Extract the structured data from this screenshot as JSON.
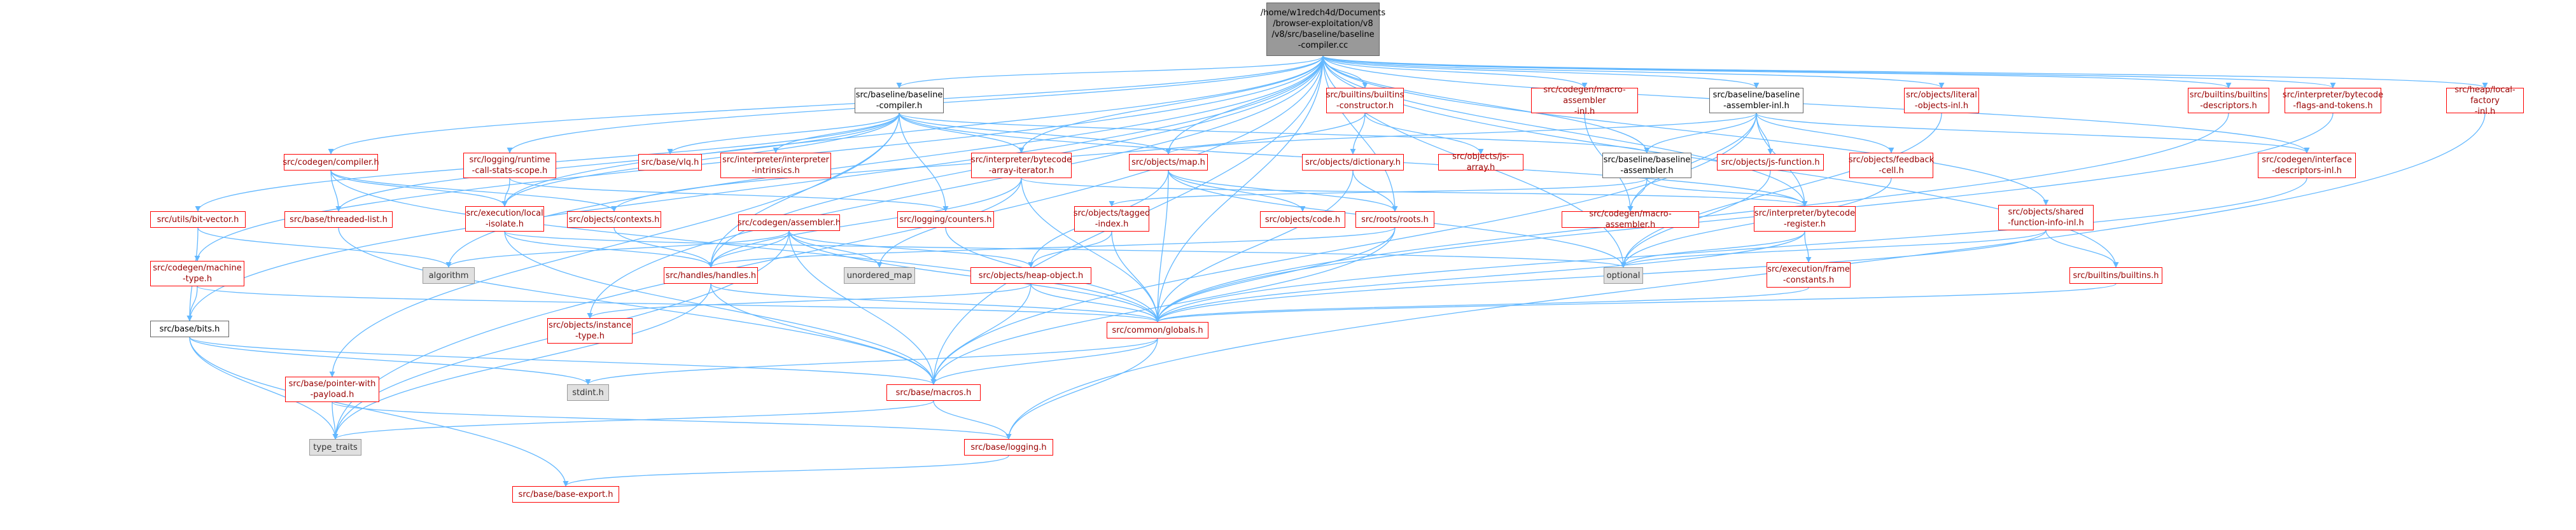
{
  "graph": {
    "nodes": {
      "root": "/home/w1redch4d/Documents\n/browser-exploitation/v8\n/v8/src/baseline/baseline\n-compiler.cc",
      "bc_h": "src/baseline/baseline\n-compiler.h",
      "builtins_constructor": "src/builtins/builtins\n-constructor.h",
      "macro_asm_inl": "src/codegen/macro-assembler\n-inl.h",
      "bam_inl": "src/baseline/baseline\n-assembler-inl.h",
      "literal_objects_inl": "src/objects/literal\n-objects-inl.h",
      "builtins_descriptors": "src/builtins/builtins\n-descriptors.h",
      "bytecode_flags": "src/interpreter/bytecode\n-flags-and-tokens.h",
      "local_factory_inl": "src/heap/local-factory\n-inl.h",
      "codegen_compiler": "src/codegen/compiler.h",
      "runtime_call_stats": "src/logging/runtime\n-call-stats-scope.h",
      "base_vlq": "src/base/vlq.h",
      "interpreter_intrinsics": "src/interpreter/interpreter\n-intrinsics.h",
      "bytecode_array_iterator": "src/interpreter/bytecode\n-array-iterator.h",
      "objects_map": "src/objects/map.h",
      "objects_dictionary": "src/objects/dictionary.h",
      "objects_js_array": "src/objects/js-array.h",
      "baseline_assembler": "src/baseline/baseline\n-assembler.h",
      "objects_js_function": "src/objects/js-function.h",
      "feedback_cell": "src/objects/feedback\n-cell.h",
      "interface_descriptors_inl": "src/codegen/interface\n-descriptors-inl.h",
      "utils_bit_vector": "src/utils/bit-vector.h",
      "threaded_list": "src/base/threaded-list.h",
      "execution_isolate": "src/execution/local\n-isolate.h",
      "objects_contexts": "src/objects/contexts.h",
      "logging_counters": "src/logging/counters.h",
      "codegen_assembler": "src/codegen/assembler.h",
      "tagged_index": "src/objects/tagged\n-index.h",
      "objects_code": "src/objects/code.h",
      "roots": "src/roots/roots.h",
      "macro_assembler": "src/codegen/macro-assembler.h",
      "bytecode_register": "src/interpreter/bytecode\n-register.h",
      "shared_function_info_inl": "src/objects/shared\n-function-info-inl.h",
      "machine_type": "src/codegen/machine\n-type.h",
      "algorithm": "algorithm",
      "handles": "src/handles/handles.h",
      "unordered_map": "unordered_map",
      "heap_object": "src/objects/heap-object.h",
      "optional": "optional",
      "frame_constants": "src/execution/frame\n-constants.h",
      "builtins_builtins": "src/builtins/builtins.h",
      "base_bits": "src/base/bits.h",
      "instance_type": "src/objects/instance\n-type.h",
      "globals": "src/common/globals.h",
      "stdint": "stdint.h",
      "pointer_with_payload": "src/base/pointer-with\n-payload.h",
      "base_macros": "src/base/macros.h",
      "type_traits": "type_traits",
      "base_logging": "src/base/logging.h",
      "base_export": "src/base/base-export.h"
    }
  },
  "colors": {
    "edge": "#63b8ff",
    "node_border": "#ff0000",
    "node_text": "#990000",
    "root_fill": "#999999",
    "system_fill": "#e0e0e0"
  }
}
